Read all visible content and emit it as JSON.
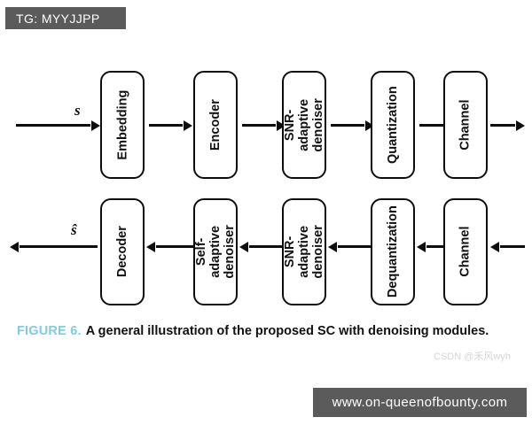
{
  "overlays": {
    "telegram_badge": "TG: MYYJJPP",
    "site_badge": "www.on-queenofbounty.com",
    "csdn_watermark": "CSDN @禾风wyh"
  },
  "figure": {
    "caption_number": "FIGURE 6.",
    "caption_text": "A general illustration of the proposed SC with denoising modules.",
    "input_label": "s",
    "output_label": "ŝ",
    "colors": {
      "box_border": "#0d0d0d",
      "box_fill": "#ffffff",
      "arrow": "#0d0d0d",
      "caption_accent": "#7fcbe0",
      "badge_bg": "#5b5b5b"
    },
    "transmitter_row": [
      {
        "label": "Embedding"
      },
      {
        "label": "Encoder"
      },
      {
        "label": "SNR-adaptive denoiser"
      },
      {
        "label": "Quantization"
      },
      {
        "label": "Channel"
      }
    ],
    "receiver_row": [
      {
        "label": "Decoder"
      },
      {
        "label": "Self-adaptive denoiser"
      },
      {
        "label": "SNR-adaptive denoiser"
      },
      {
        "label": "Dequantization"
      },
      {
        "label": "Channel"
      }
    ]
  }
}
